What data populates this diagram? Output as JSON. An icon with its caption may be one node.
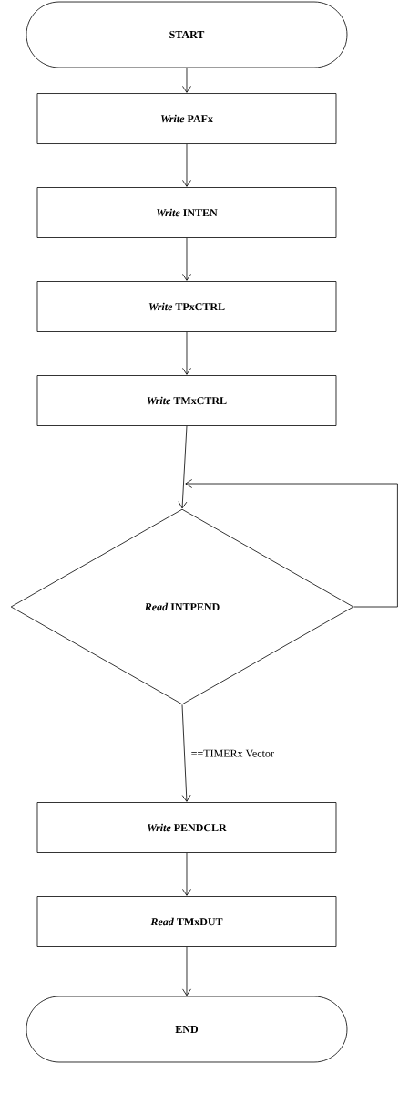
{
  "diagram": {
    "nodes": [
      {
        "text": [
          "START"
        ]
      },
      {
        "text": [
          "*Write* PAFx"
        ]
      },
      {
        "text": [
          "*Write* INTEN"
        ]
      },
      {
        "text": [
          "*Write* TPxCTRL"
        ]
      },
      {
        "text": [
          "*Write* TMxCTRL"
        ]
      },
      {
        "text": [
          "*Read* INTPEND"
        ]
      },
      {
        "text": [
          "*Write* PENDCLR"
        ]
      },
      {
        "text": [
          "*Read* TMxDUT"
        ]
      },
      {
        "text": [
          "END"
        ]
      }
    ],
    "edges": [
      {
        "from": 0,
        "to": 1,
        "arrow": "to"
      },
      {
        "from": 1,
        "to": 2,
        "arrow": "to"
      },
      {
        "from": 2,
        "to": 3,
        "arrow": "to"
      },
      {
        "from": 3,
        "to": 4,
        "arrow": "to"
      },
      {
        "from": 4,
        "to": 5,
        "arrow": "to"
      },
      {
        "from": 5,
        "to": 5,
        "arrow": "to"
      },
      {
        "from": 5,
        "to": 6,
        "arrow": "to",
        "label": "==TIMERx Vector"
      },
      {
        "from": 6,
        "to": 7,
        "arrow": "to"
      },
      {
        "from": 7,
        "to": 8,
        "arrow": "to"
      }
    ]
  }
}
